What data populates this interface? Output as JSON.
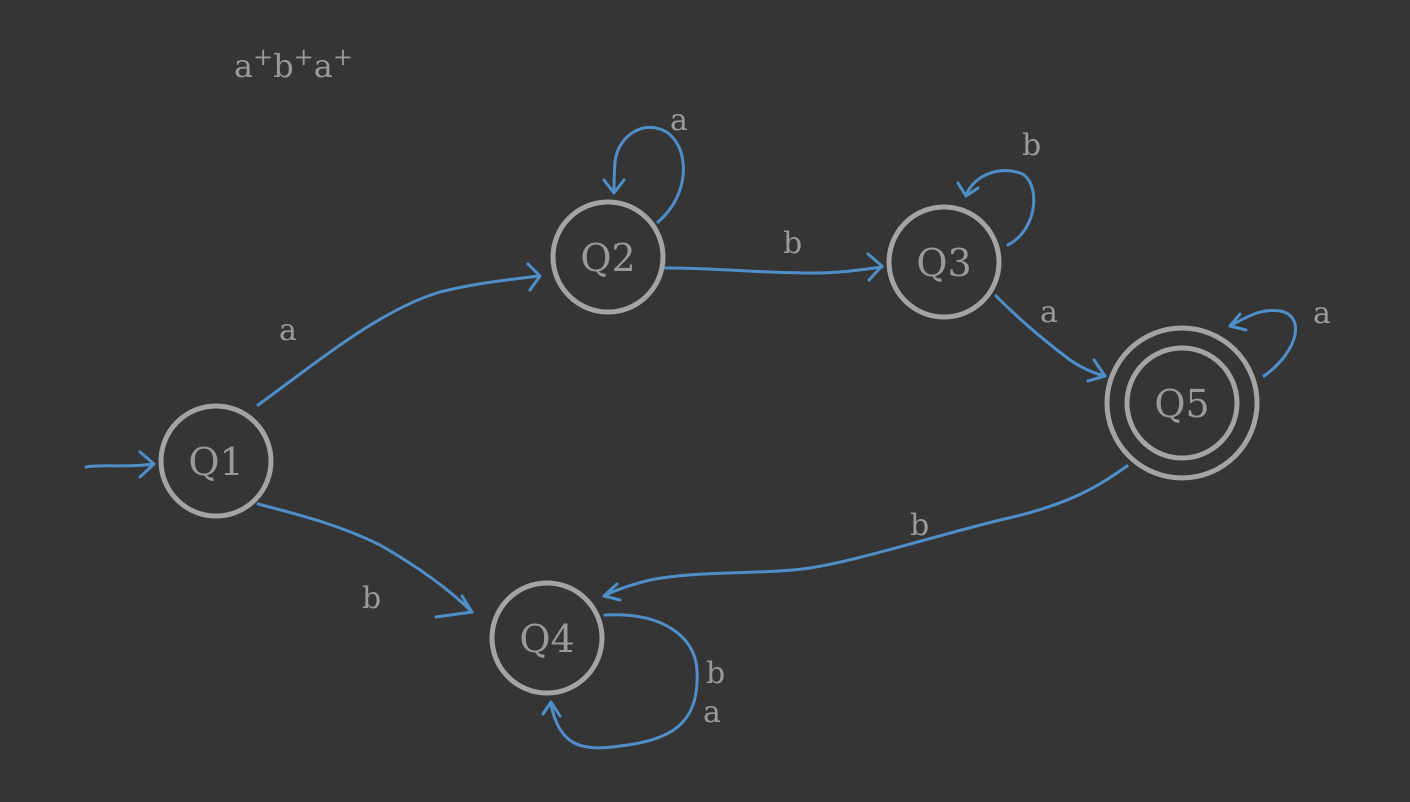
{
  "regex": {
    "base1": "a",
    "base2": "b",
    "base3": "a",
    "sup": "+"
  },
  "states": [
    {
      "id": "q1",
      "label": "Q1",
      "accepting": false,
      "initial": true
    },
    {
      "id": "q2",
      "label": "Q2",
      "accepting": false,
      "initial": false
    },
    {
      "id": "q3",
      "label": "Q3",
      "accepting": false,
      "initial": false
    },
    {
      "id": "q4",
      "label": "Q4",
      "accepting": false,
      "initial": false
    },
    {
      "id": "q5",
      "label": "Q5",
      "accepting": true,
      "initial": false
    }
  ],
  "transitions": [
    {
      "from": "Q1",
      "to": "Q2",
      "symbol": "a"
    },
    {
      "from": "Q1",
      "to": "Q4",
      "symbol": "b"
    },
    {
      "from": "Q2",
      "to": "Q2",
      "symbol": "a"
    },
    {
      "from": "Q2",
      "to": "Q3",
      "symbol": "b"
    },
    {
      "from": "Q3",
      "to": "Q3",
      "symbol": "b"
    },
    {
      "from": "Q3",
      "to": "Q5",
      "symbol": "a"
    },
    {
      "from": "Q5",
      "to": "Q5",
      "symbol": "a"
    },
    {
      "from": "Q5",
      "to": "Q4",
      "symbol": "b"
    },
    {
      "from": "Q4",
      "to": "Q4",
      "symbol_top": "b",
      "symbol_bottom": "a"
    }
  ],
  "colors": {
    "background": "#353535",
    "state_stroke": "#a4a4a4",
    "edge": "#4f8fc9",
    "text": "#9a9a9a"
  }
}
